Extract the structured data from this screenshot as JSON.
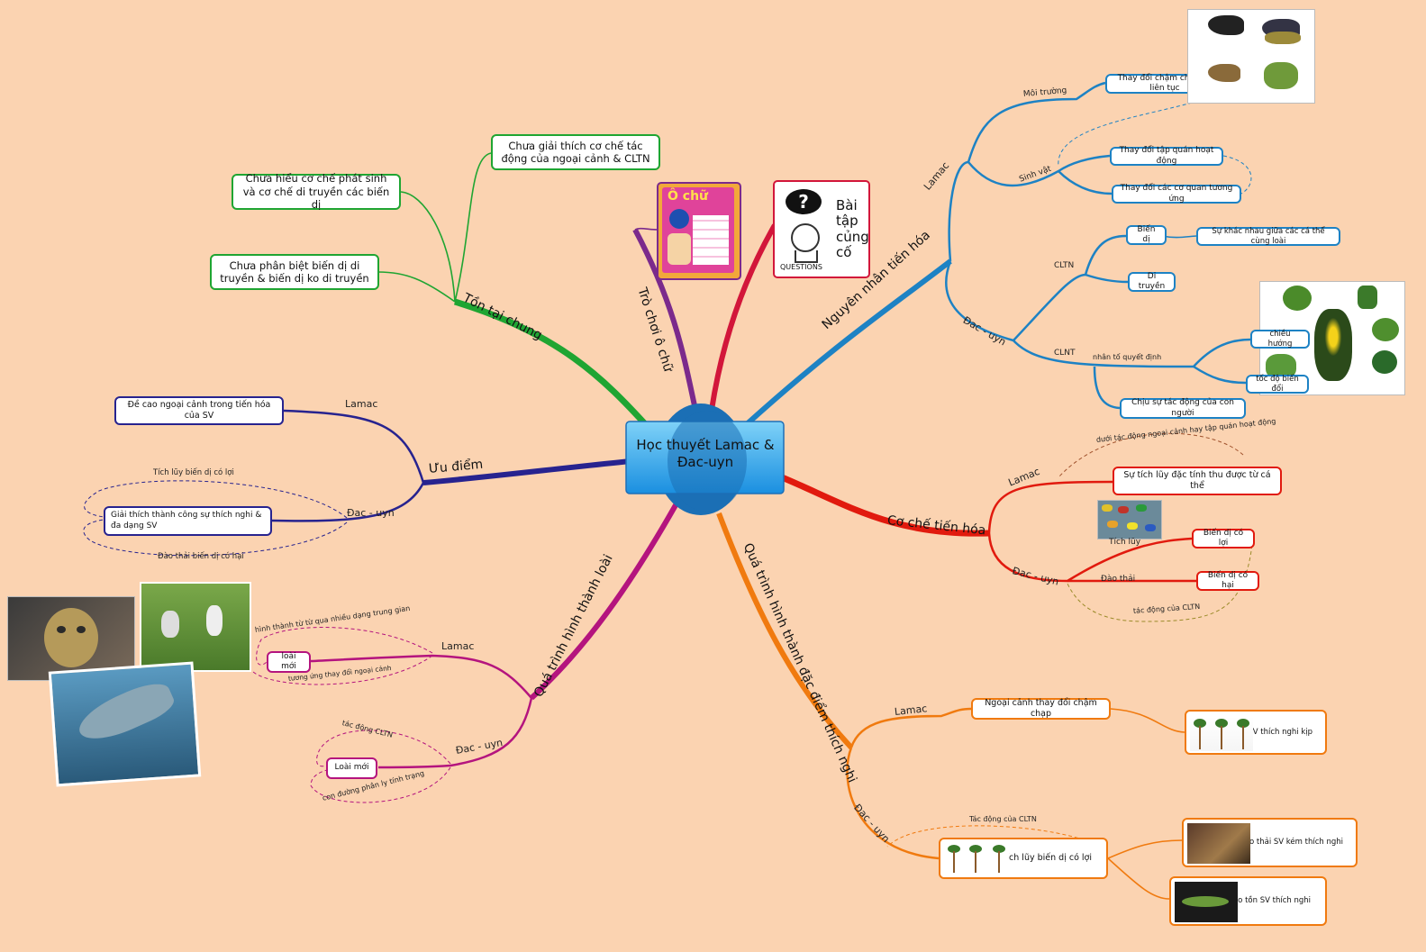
{
  "center": {
    "title": "Học thuyết Lamac & Đac-uyn"
  },
  "branches": {
    "ton_tai_chung": {
      "label": "Tồn tại chung",
      "items": [
        "Chưa giải thích cơ chế tác động của ngoại cảnh & CLTN",
        "Chưa hiểu cơ chế phát sinh và cơ chế di truyền các biến dị",
        "Chưa phân biệt biến dị di truyền & biến dị ko di truyền"
      ]
    },
    "tro_choi": {
      "label": "Trò chơi ô chữ",
      "image_caption": "Ô chữ"
    },
    "bai_tap": {
      "label": "Bài tập củng cố",
      "image_caption": "QUESTIONS"
    },
    "nguyen_nhan": {
      "label": "Nguyên nhân tiến hóa",
      "lamac": "Lamac",
      "moi_truong": "Môi trường",
      "sinh_vat": "Sinh vật",
      "thay_doi_cham": "Thay đổi chậm chạp và liên tục",
      "thay_doi_tap_quan": "Thay đổi tập quán hoạt động",
      "thay_doi_co_quan": "Thay đổi các cơ quan tương ứng",
      "dacuyn": "Đac - uyn",
      "cltn": "CLTN",
      "bien_di": "Biến dị",
      "su_khac_nhau": "Sự khác nhau giữa các cá thể cùng loài",
      "di_truyen": "Di truyền",
      "clnt": "CLNT",
      "nhan_to": "nhân tố quyết định",
      "chieu_huong": "chiều hướng",
      "toc_do": "tốc độ biến đổi",
      "chiu_su": "Chịu sự tác động của con người"
    },
    "co_che": {
      "label": "Cơ chế tiến hóa",
      "lamac": "Lamac",
      "duoi_tac_dong": "dưới tác động ngoại cảnh hay tập quán hoạt động",
      "su_tich_luy": "Sự tích lũy đặc tính thu được từ cá thể",
      "dacuyn": "Đac - uyn",
      "tich_luy": "Tích lũy",
      "dao_thai": "Đào thải",
      "bien_di_co_loi": "Biến dị có lợi",
      "bien_di_co_hai": "Biến dị có hại",
      "tac_dong_cltn": "tác động của CLTN"
    },
    "dac_diem": {
      "label": "Quá trình hình thành đặc điểm thích nghi",
      "lamac": "Lamac",
      "ngoai_canh": "Ngoại cảnh thay đổi chậm chạp",
      "sv_thich_nghi_kip": "SV thích nghi kịp",
      "dacuyn": "Đac - uyn",
      "tac_dong_cltn": "Tác động của CLTN",
      "tich_luy": "Tích lũy biến dị có lợi",
      "dao_thai": "Đào thải SV kém thích nghi",
      "bao_ton": "Bảo tồn SV thích nghi"
    },
    "loai": {
      "label": "Quá trình hình thành loài",
      "lamac": "Lamac",
      "hinh_thanh": "hình thành từ từ qua nhiều dạng trung gian",
      "loai_moi_1": "loài mới",
      "tuong_ung": "tương ứng thay đổi ngoại cảnh",
      "dacuyn": "Đac - uyn",
      "tac_dong_cltn": "tác động CLTN",
      "loai_moi_2": "Loài mới",
      "con_duong": "con đường phân ly tính trạng"
    },
    "uu_diem": {
      "label": "Ưu điểm",
      "lamac": "Lamac",
      "de_cao": "Đề cao ngoại cảnh trong tiến hóa của SV",
      "dacuyn": "Đac - uyn",
      "tich_luy": "Tích lũy biến dị có lợi",
      "giai_thich": "Giải thích thành công sự thích nghi & đa dạng SV",
      "dao_thai": "Đào thải biến dị có hại"
    }
  },
  "colors": {
    "background": "#fbd3b1",
    "green": "#1fa532",
    "purple": "#7b2a8c",
    "crimson": "#d2163a",
    "blue": "#1d82c4",
    "red": "#e11a0e",
    "orange": "#f07a0f",
    "magenta": "#b4147e",
    "navy": "#27238f"
  }
}
